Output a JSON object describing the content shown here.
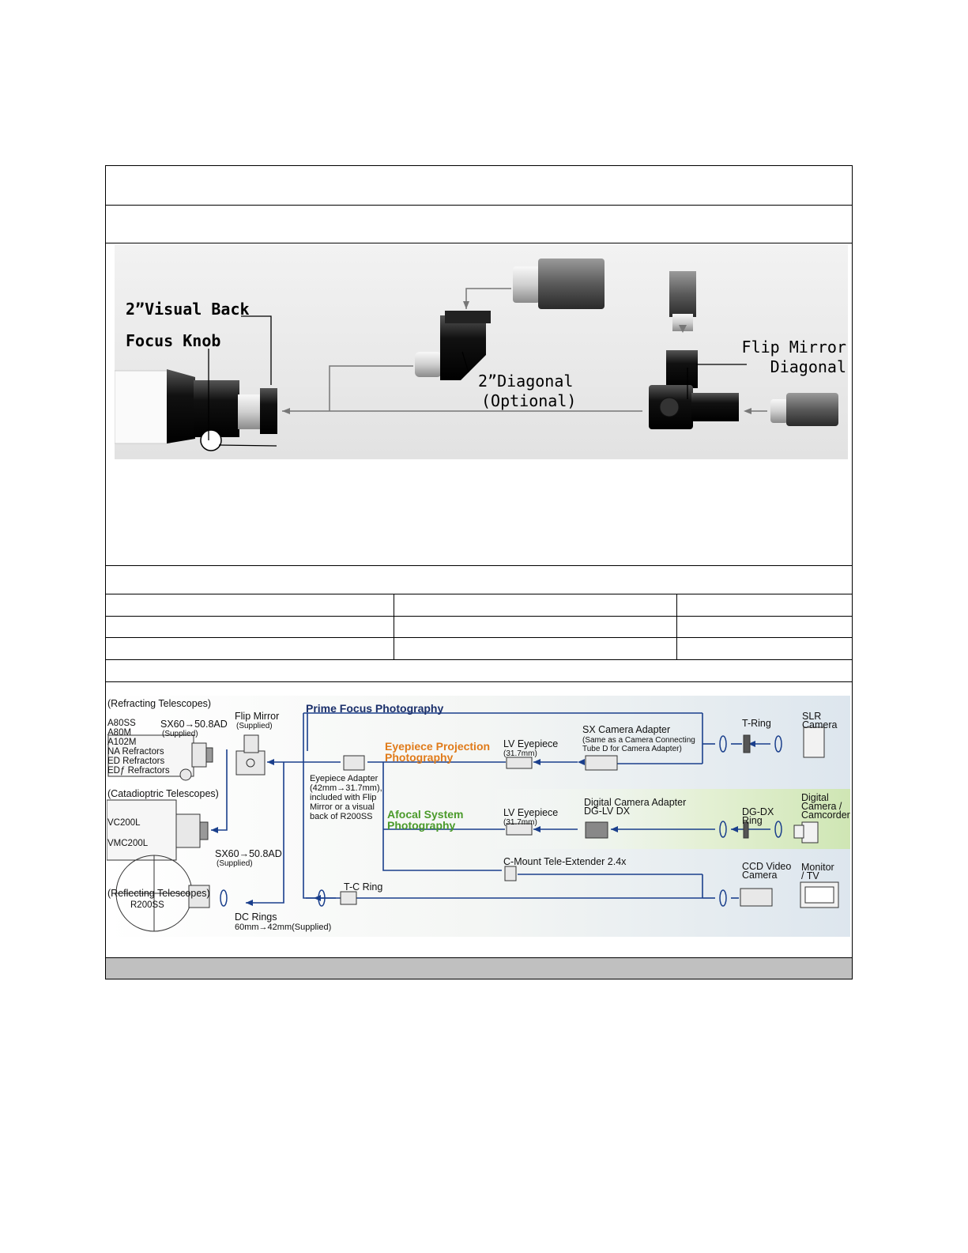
{
  "figure_top": {
    "labels": {
      "visual_back": "2”Visual Back",
      "focus_knob": "Focus Knob",
      "diagonal_line1": "2”Diagonal",
      "diagonal_line2": "(Optional)",
      "flip_mirror_line1": "Flip Mirror",
      "flip_mirror_line2": "Diagonal"
    }
  },
  "figure_bottom": {
    "groups": {
      "refracting": "(Refracting Telescopes)",
      "catadioptric": "(Catadioptric Telescopes)",
      "reflecting": "(Reflecting Telescopes)"
    },
    "refractor_models": [
      "A80SS",
      "A80M",
      "A102M",
      "NA Refractors",
      "ED Refractors",
      "EDƒ Refractors"
    ],
    "catadioptric_models": [
      "VC200L",
      "VMC200L"
    ],
    "reflector_model": "R200SS",
    "sx_adapter_top": {
      "line1": "SX60→50.8AD",
      "line2": "(Supplied)"
    },
    "sx_adapter_bottom": {
      "line1": "SX60→50.8AD",
      "line2": "(Supplied)"
    },
    "flip_mirror": {
      "line1": "Flip Mirror",
      "line2": "(Supplied)"
    },
    "dc_rings": {
      "line1": "DC Rings",
      "line2": "60mm→42mm(Supplied)"
    },
    "eyepiece_adapter": [
      "Eyepiece Adapter",
      "(42mm→31.7mm),",
      "included  with Flip",
      "Mirror or a visual",
      "back of R200SS"
    ],
    "prime_focus": "Prime Focus Photography",
    "eyepiece_projection": {
      "line1": "Eyepiece Projection",
      "line2": "Photography",
      "color": "#e07b1a"
    },
    "afocal": {
      "line1": "Afocal System",
      "line2": "Photography",
      "color": "#4a9a2a"
    },
    "lv_eyepiece_1": {
      "line1": "LV Eyepiece",
      "line2": "(31.7mm)"
    },
    "lv_eyepiece_2": {
      "line1": "LV Eyepiece",
      "line2": "(31.7mm)"
    },
    "sx_camera_adapter": {
      "line1": "SX Camera Adapter",
      "line2": "(Same as a Camera Connecting",
      "line3": "Tube D for Camera Adapter)"
    },
    "t_ring": "T-Ring",
    "slr_camera": {
      "line1": "SLR",
      "line2": "Camera"
    },
    "digital_camera_adapter": {
      "line1": "Digital Camera Adapter",
      "line2": "DG-LV DX"
    },
    "dg_dx_ring": {
      "line1": "DG-DX",
      "line2": "Ring"
    },
    "digital_camera": {
      "line1": "Digital",
      "line2": "Camera /",
      "line3": "Camcorder"
    },
    "c_mount": "C-Mount Tele-Extender 2.4x",
    "ccd_camera": {
      "line1": "CCD Video",
      "line2": "Camera"
    },
    "monitor": {
      "line1": "Monitor",
      "line2": "/ TV"
    },
    "tc_ring": "T-C Ring",
    "line_color": "#1a3f8c"
  }
}
